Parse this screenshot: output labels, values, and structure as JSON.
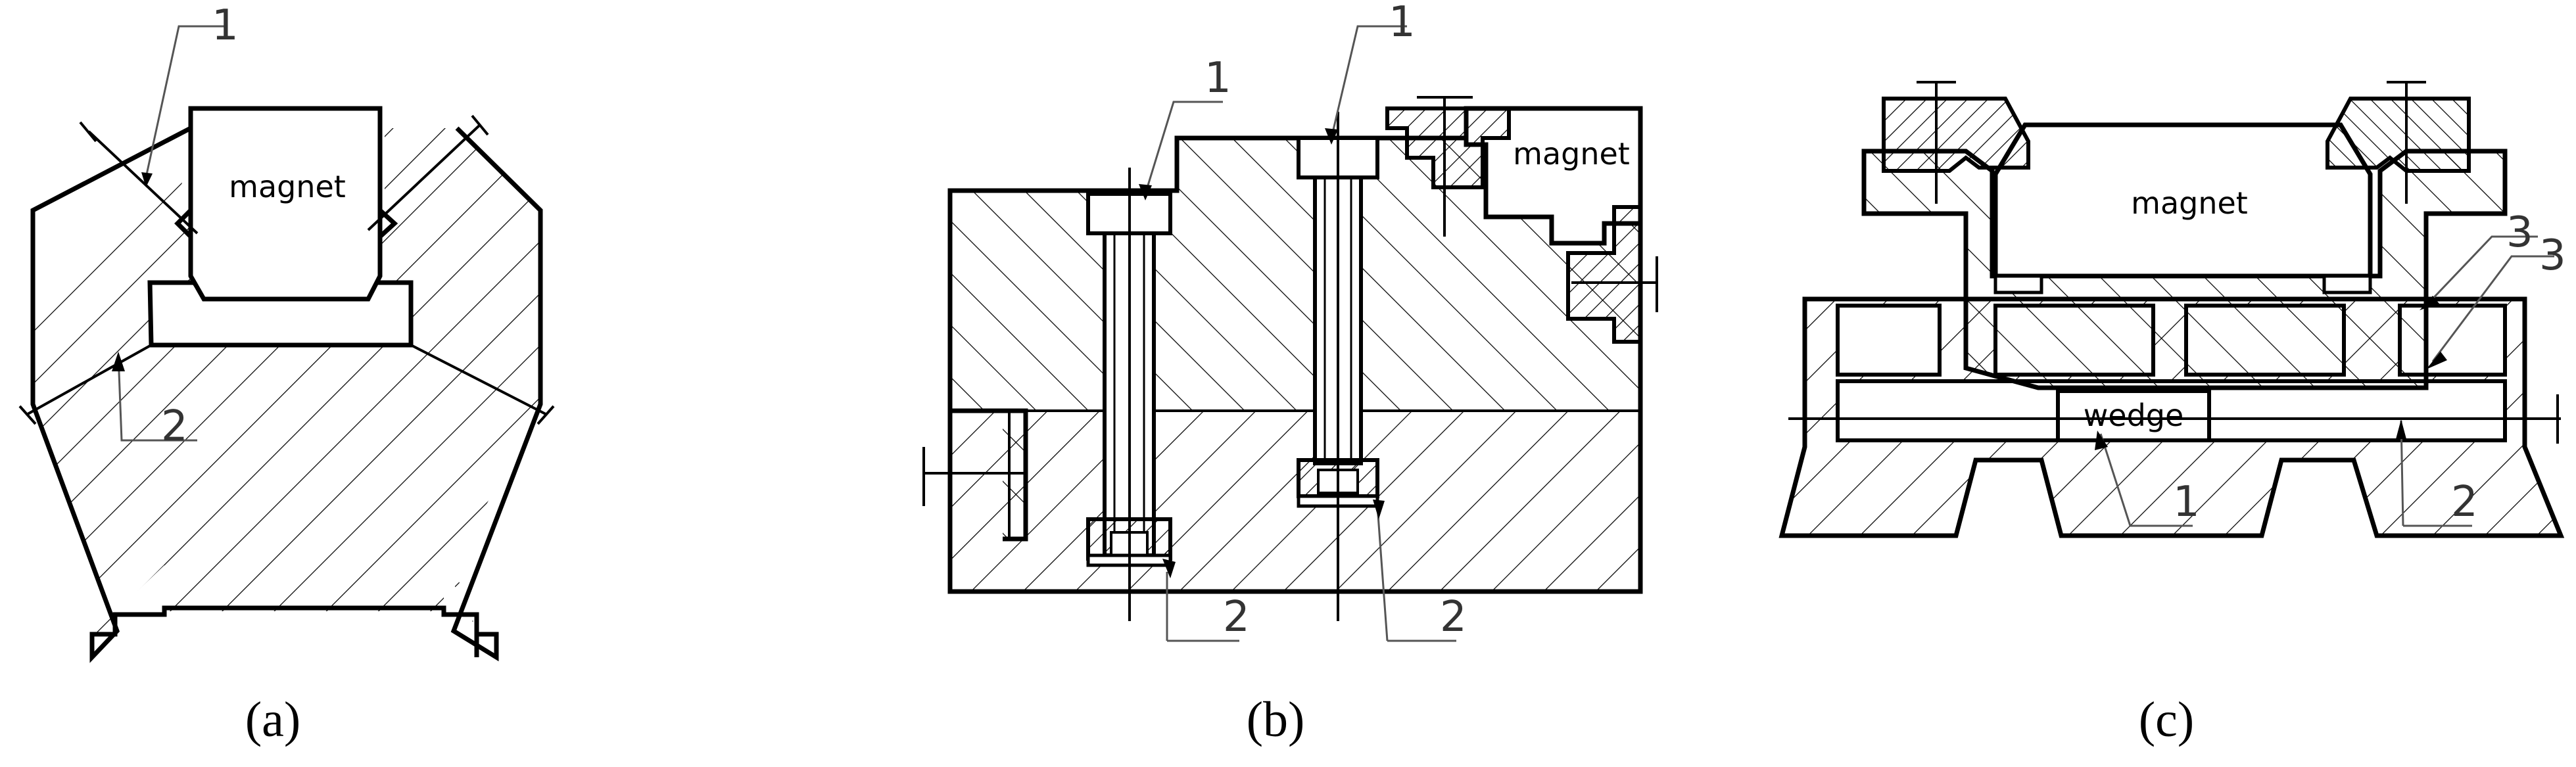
{
  "panels": [
    {
      "caption": "(a)",
      "magnet_label": "magnet",
      "callouts": [
        "1",
        "2"
      ]
    },
    {
      "caption": "(b)",
      "magnet_label": "magnet",
      "callouts": [
        "1",
        "1",
        "2",
        "2"
      ]
    },
    {
      "caption": "(c)",
      "magnet_label": "magnet",
      "wedge_label": "wedge",
      "callouts": [
        "3",
        "3",
        "1",
        "2"
      ]
    }
  ]
}
